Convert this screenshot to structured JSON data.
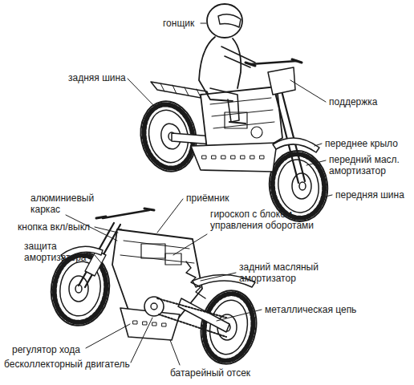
{
  "diagram": {
    "labels": [
      "гонщик",
      "задняя шина",
      "поддержка",
      "переднее крыло",
      "передний масл. амортизатор",
      "передняя шина",
      "алюминиевый каркас",
      "приёмник",
      "кнопка вкл/выкл",
      "гироскоп с блоком управления оборотами",
      "защита амортизатора",
      "задний масляный амортизатор",
      "металлическая цепь",
      "регулятор хода",
      "бесколлекторный двигатель",
      "батарейный отсек"
    ]
  }
}
